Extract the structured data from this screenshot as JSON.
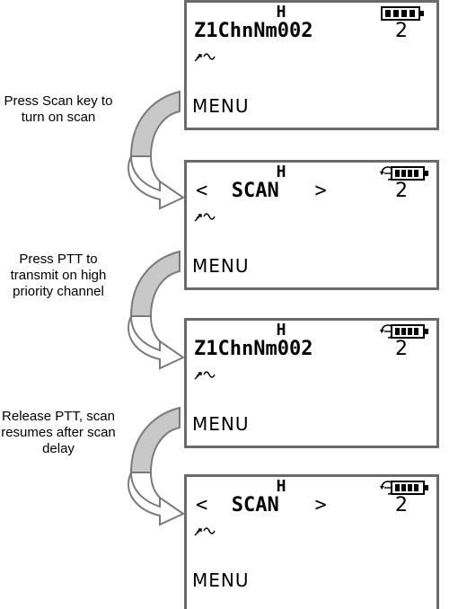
{
  "captions": [
    "Press Scan key to turn on scan",
    "Press PTT to transmit on high priority channel",
    "Release PTT, scan resumes after scan delay"
  ],
  "screens": [
    {
      "mode": "H",
      "main": "Z1ChnNm002",
      "zone": "2",
      "menu": "MENU",
      "scan_icon": false,
      "battery_level": 1.0
    },
    {
      "mode": "H",
      "nav_left": "<",
      "main": "SCAN",
      "nav_right": ">",
      "zone": "2",
      "menu": "MENU",
      "scan_icon": true,
      "battery_level": 1.0
    },
    {
      "mode": "H",
      "main": "Z1ChnNm002",
      "zone": "2",
      "menu": "MENU",
      "scan_icon": true,
      "battery_level": 1.0
    },
    {
      "mode": "H",
      "nav_left": "<",
      "main": "SCAN",
      "nav_right": ">",
      "zone": "2",
      "menu": "MENU",
      "scan_icon": true,
      "battery_level": 1.0
    }
  ],
  "icons": {
    "arrow": "curved-down-arrow-icon",
    "battery": "battery-icon",
    "scan": "scan-icon",
    "signal": "signal-icon"
  },
  "colors": {
    "screen_border": "#6a6a6a",
    "arrow_fill": "#c8c8c8",
    "arrow_stroke": "#7a7a7a",
    "text": "#000000"
  }
}
